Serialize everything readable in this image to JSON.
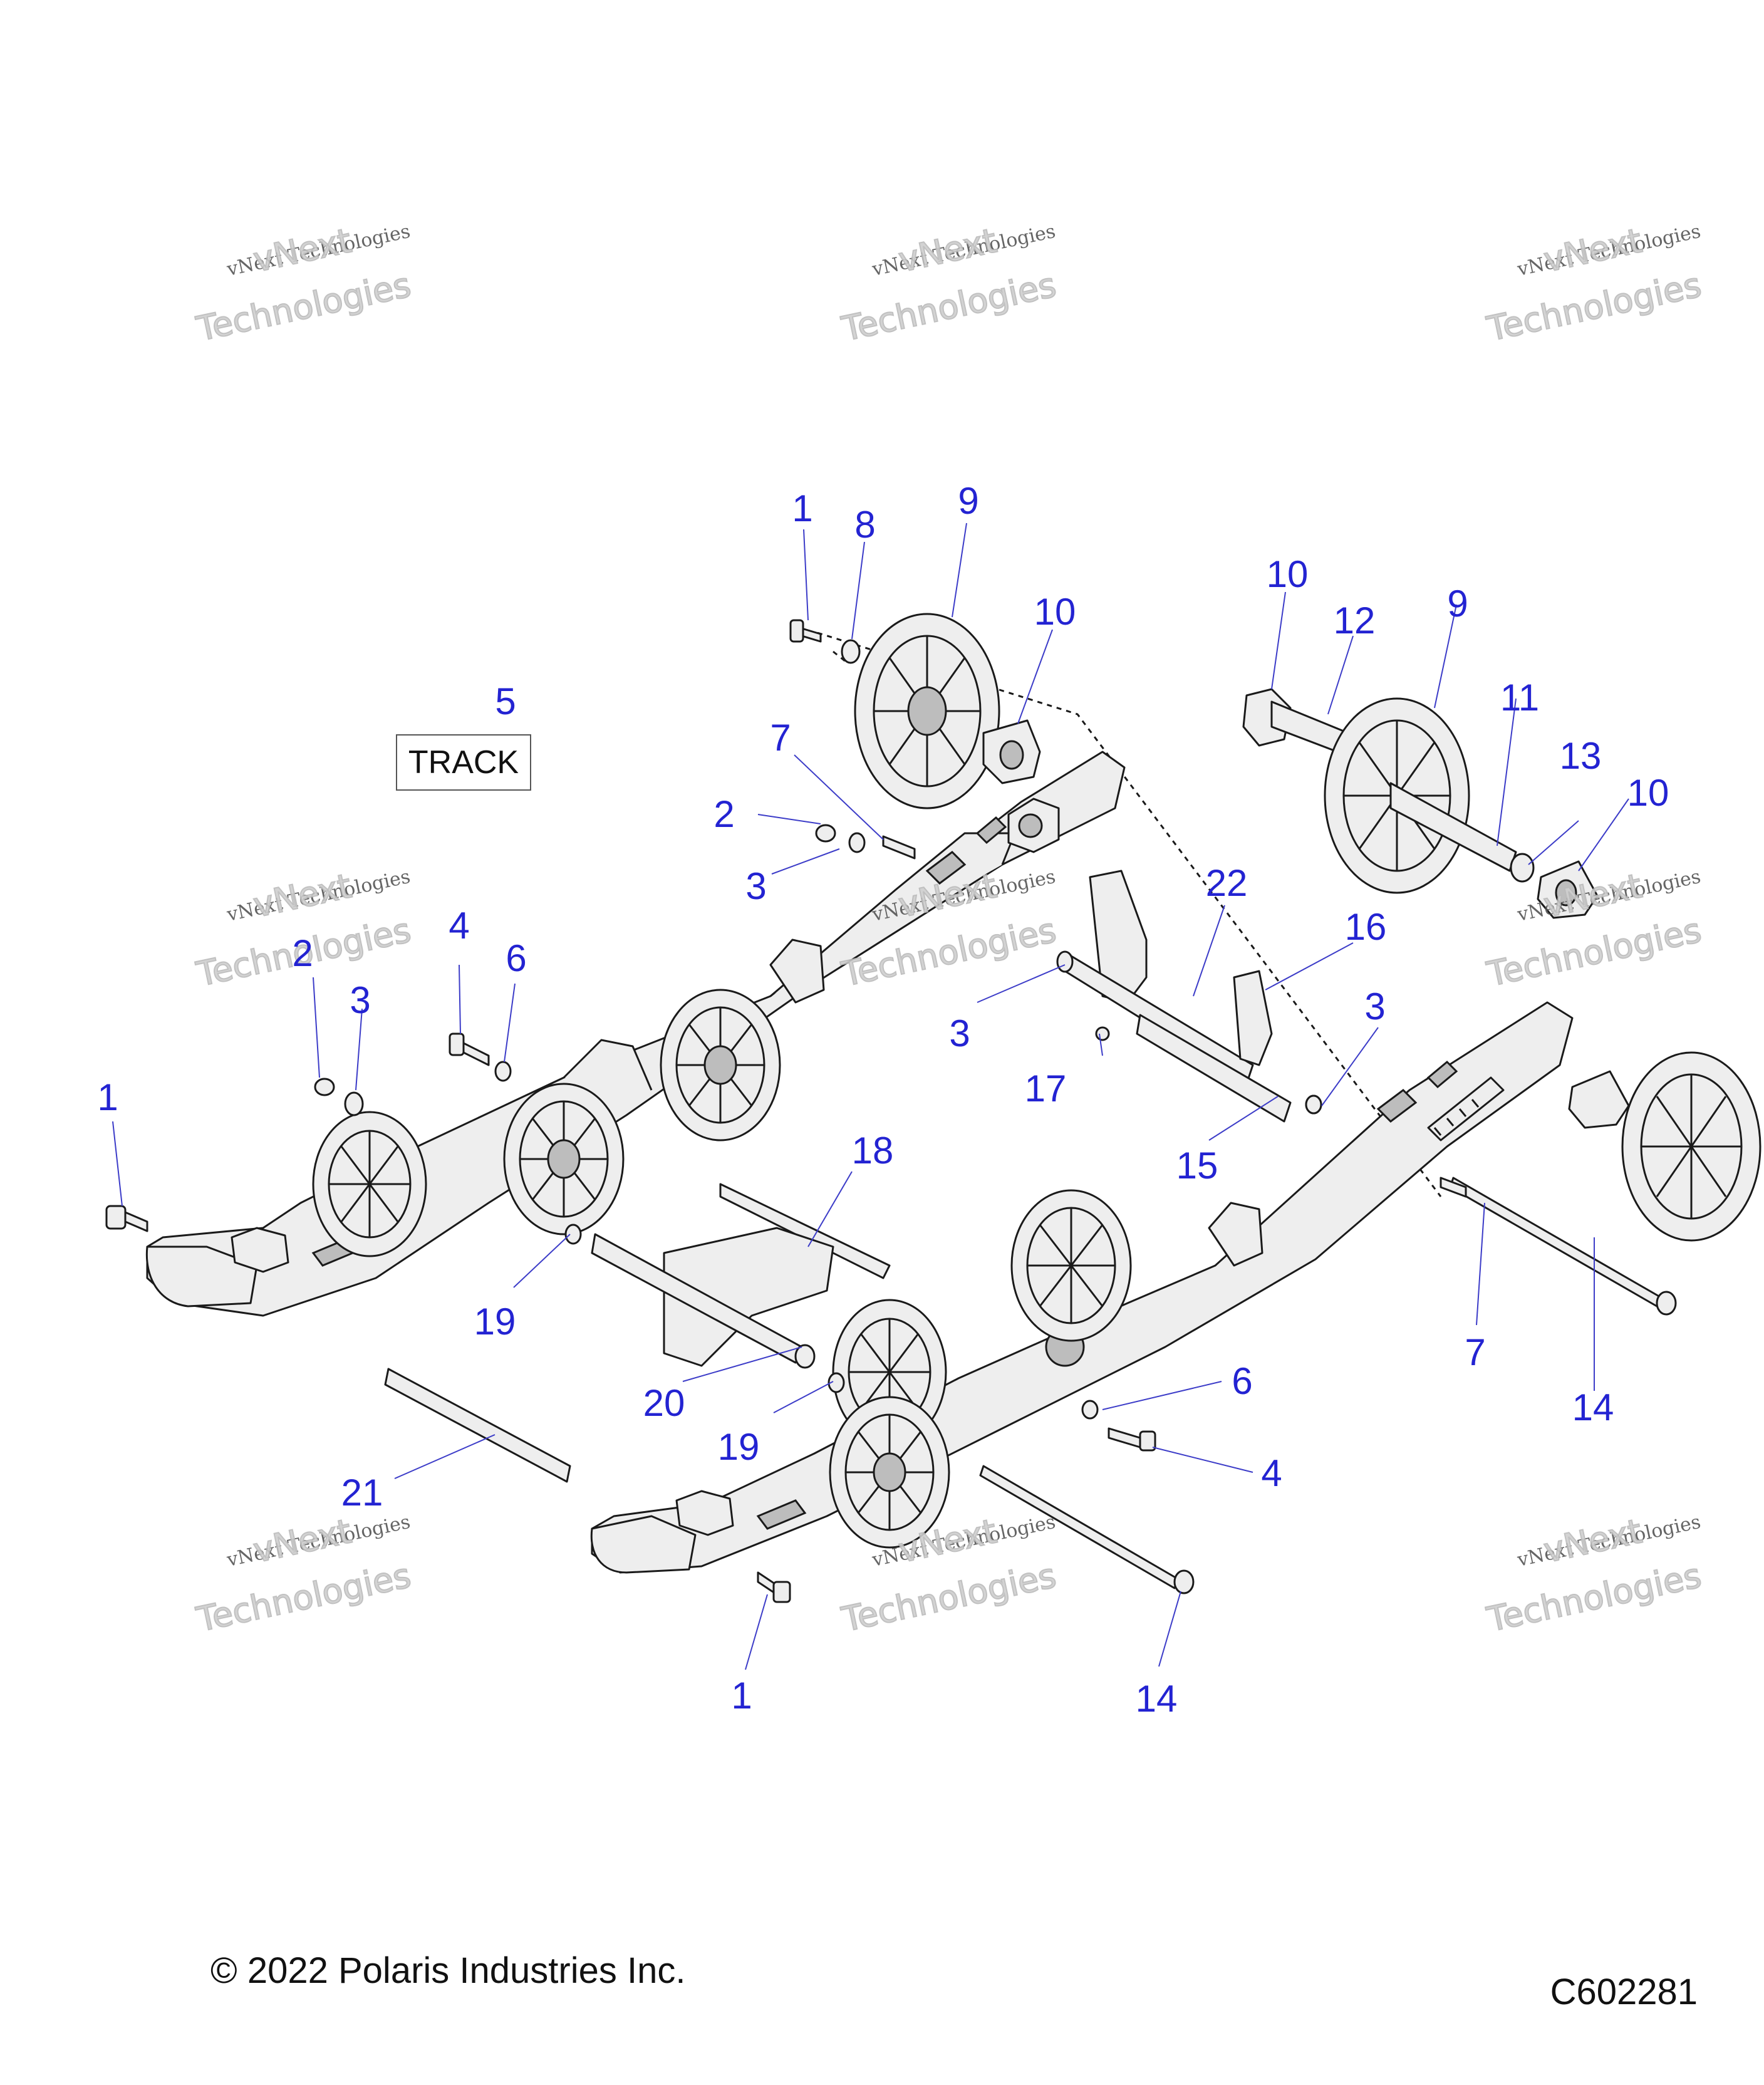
{
  "track_label": "TRACK",
  "copyright": "© 2022 Polaris Industries Inc.",
  "figure_id": "C602281",
  "watermark": {
    "line1": "vNext Technologies",
    "line2": "vNext",
    "line3": "Technologies"
  },
  "callouts": [
    "1",
    "8",
    "9",
    "10",
    "10",
    "12",
    "9",
    "11",
    "13",
    "10",
    "5",
    "7",
    "2",
    "3",
    "22",
    "16",
    "3",
    "3",
    "4",
    "6",
    "2",
    "3",
    "1",
    "17",
    "15",
    "18",
    "19",
    "20",
    "19",
    "21",
    "6",
    "4",
    "7",
    "14",
    "1",
    "14"
  ]
}
